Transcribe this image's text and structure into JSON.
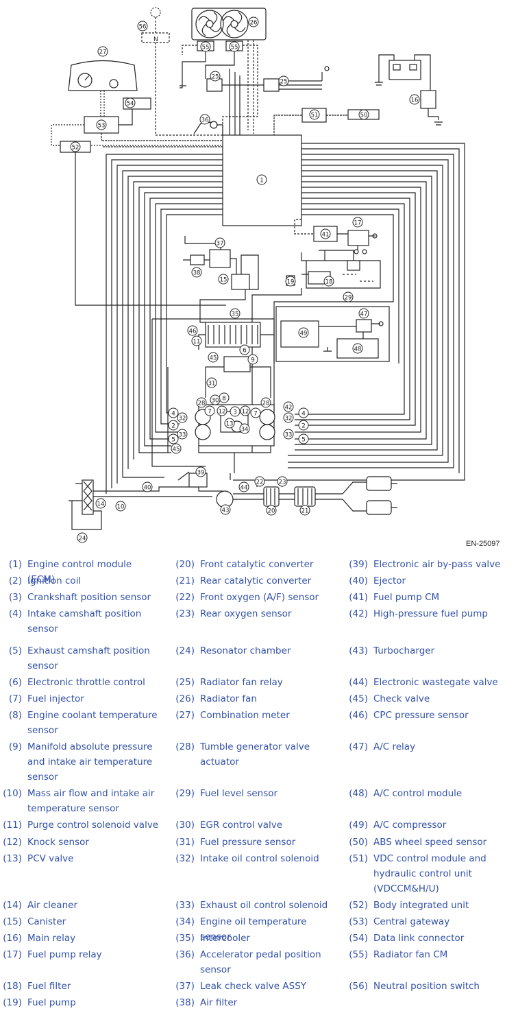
{
  "figure_id": "EN-25097",
  "diagram_callouts": [
    "1",
    "2",
    "3",
    "4",
    "5",
    "6",
    "7",
    "8",
    "9",
    "10",
    "11",
    "12",
    "13",
    "14",
    "15",
    "16",
    "17",
    "18",
    "19",
    "20",
    "21",
    "22",
    "23",
    "24",
    "25",
    "26",
    "27",
    "28",
    "29",
    "30",
    "31",
    "32",
    "33",
    "34",
    "35",
    "36",
    "37",
    "38",
    "39",
    "40",
    "41",
    "42",
    "43",
    "44",
    "45",
    "46",
    "47",
    "48",
    "49",
    "50",
    "51",
    "52",
    "53",
    "54",
    "55",
    "56"
  ],
  "neutral_label": "N",
  "legend": [
    {
      "num": "(1)",
      "text": "Engine control module (ECM)"
    },
    {
      "num": "(2)",
      "text": "Ignition coil"
    },
    {
      "num": "(3)",
      "text": "Crankshaft position sensor"
    },
    {
      "num": "(4)",
      "text": "Intake camshaft position sensor"
    },
    {
      "num": "(5)",
      "text": "Exhaust camshaft position sensor"
    },
    {
      "num": "(6)",
      "text": "Electronic throttle control"
    },
    {
      "num": "(7)",
      "text": "Fuel injector"
    },
    {
      "num": "(8)",
      "text": "Engine coolant temperature sensor"
    },
    {
      "num": "(9)",
      "text": "Manifold absolute pressure and intake air temperature sensor"
    },
    {
      "num": "(10)",
      "text": "Mass air flow and intake air temperature sensor"
    },
    {
      "num": "(11)",
      "text": "Purge control solenoid valve"
    },
    {
      "num": "(12)",
      "text": "Knock sensor"
    },
    {
      "num": "(13)",
      "text": "PCV valve"
    },
    {
      "num": "(14)",
      "text": "Air cleaner"
    },
    {
      "num": "(15)",
      "text": "Canister"
    },
    {
      "num": "(16)",
      "text": "Main relay"
    },
    {
      "num": "(17)",
      "text": "Fuel pump relay"
    },
    {
      "num": "(18)",
      "text": "Fuel filter"
    },
    {
      "num": "(19)",
      "text": "Fuel pump"
    },
    {
      "num": "(20)",
      "text": "Front catalytic converter"
    },
    {
      "num": "(21)",
      "text": "Rear catalytic converter"
    },
    {
      "num": "(22)",
      "text": "Front oxygen (A/F) sensor"
    },
    {
      "num": "(23)",
      "text": "Rear oxygen sensor"
    },
    {
      "num": "(24)",
      "text": "Resonator chamber"
    },
    {
      "num": "(25)",
      "text": "Radiator fan relay"
    },
    {
      "num": "(26)",
      "text": "Radiator fan"
    },
    {
      "num": "(27)",
      "text": "Combination meter"
    },
    {
      "num": "(28)",
      "text": "Tumble generator valve actuator"
    },
    {
      "num": "(29)",
      "text": "Fuel level sensor"
    },
    {
      "num": "(30)",
      "text": "EGR control valve"
    },
    {
      "num": "(31)",
      "text": "Fuel pressure sensor"
    },
    {
      "num": "(32)",
      "text": "Intake oil control solenoid"
    },
    {
      "num": "(33)",
      "text": "Exhaust oil control solenoid"
    },
    {
      "num": "(34)",
      "text": "Engine oil temperature sensor"
    },
    {
      "num": "(35)",
      "text": "Intercooler"
    },
    {
      "num": "(36)",
      "text": "Accelerator pedal position sensor"
    },
    {
      "num": "(37)",
      "text": "Leak check valve ASSY"
    },
    {
      "num": "(38)",
      "text": "Air filter"
    },
    {
      "num": "(39)",
      "text": "Electronic air by-pass valve"
    },
    {
      "num": "(40)",
      "text": "Ejector"
    },
    {
      "num": "(41)",
      "text": "Fuel pump CM"
    },
    {
      "num": "(42)",
      "text": "High-pressure fuel pump"
    },
    {
      "num": "(43)",
      "text": "Turbocharger"
    },
    {
      "num": "(44)",
      "text": "Electronic wastegate valve"
    },
    {
      "num": "(45)",
      "text": "Check valve"
    },
    {
      "num": "(46)",
      "text": "CPC pressure sensor"
    },
    {
      "num": "(47)",
      "text": "A/C relay"
    },
    {
      "num": "(48)",
      "text": "A/C control module"
    },
    {
      "num": "(49)",
      "text": "A/C compressor"
    },
    {
      "num": "(50)",
      "text": "ABS wheel speed sensor"
    },
    {
      "num": "(51)",
      "text": "VDC control module and hydraulic control unit (VDCCM&H/U)"
    },
    {
      "num": "(52)",
      "text": "Body integrated unit"
    },
    {
      "num": "(53)",
      "text": "Central gateway"
    },
    {
      "num": "(54)",
      "text": "Data link connector"
    },
    {
      "num": "(55)",
      "text": "Radiator fan CM"
    },
    {
      "num": "(56)",
      "text": "Neutral position switch"
    }
  ]
}
